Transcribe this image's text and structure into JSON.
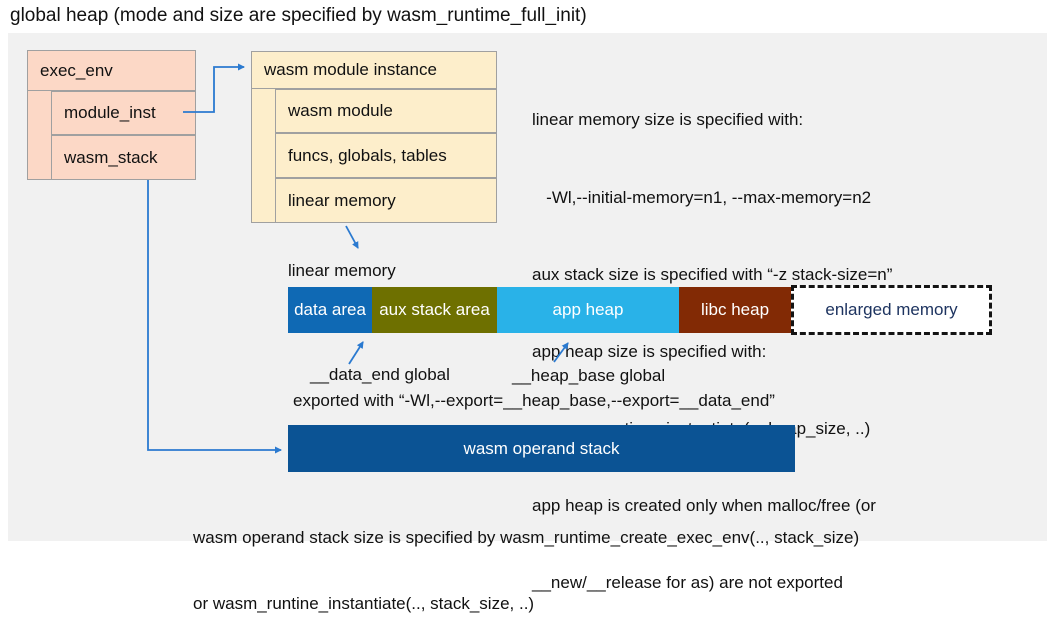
{
  "title": "global heap (mode and size are specified by wasm_runtime_full_init)",
  "exec_env": {
    "header": "exec_env",
    "rows": [
      "module_inst",
      "wasm_stack"
    ]
  },
  "module_instance": {
    "header": "wasm module instance",
    "rows": [
      "wasm module",
      "funcs, globals, tables",
      "linear memory"
    ]
  },
  "notes_right": {
    "lines": [
      "linear memory size is specified with:",
      "   -Wl,--initial-memory=n1, --max-memory=n2",
      "aux stack size is specified with “-z stack-size=n”",
      "app heap size is specified with:",
      "   wasm_runtime_instantiate(.., heap_size, ..)",
      "app heap is created only when malloc/free (or",
      "__new/__release for as) are not exported"
    ]
  },
  "linear_memory": {
    "label": "linear memory",
    "segments": [
      {
        "label": "data area",
        "color": "#0f69b4"
      },
      {
        "label": "aux stack area",
        "color": "#6e7000"
      },
      {
        "label": "app heap",
        "color": "#29b2e8"
      },
      {
        "label": "libc heap",
        "color": "#822a05"
      },
      {
        "label": "enlarged memory",
        "color": "#ffffff",
        "text_color": "#1e3460",
        "border": "dashed"
      }
    ]
  },
  "annotations": {
    "data_end": "__data_end global",
    "heap_base": "__heap_base global",
    "export_note": "exported with “-Wl,--export=__heap_base,--export=__data_end”"
  },
  "operand_stack": {
    "label": "wasm operand stack",
    "notes": [
      "wasm operand stack size is specified by wasm_runtime_create_exec_env(.., stack_size)",
      "or wasm_runtine_instantiate(.., stack_size, ..)"
    ]
  },
  "colors": {
    "panel_bg": "#f1f1f1",
    "box_pink": "#fcd8c6",
    "box_cream": "#fdeecb",
    "box_border": "#a0a0a0",
    "arrow_blue": "#2b7ad0",
    "operand_stack_bg": "#0b5394",
    "enlarged_memory_text": "#1e3460"
  }
}
